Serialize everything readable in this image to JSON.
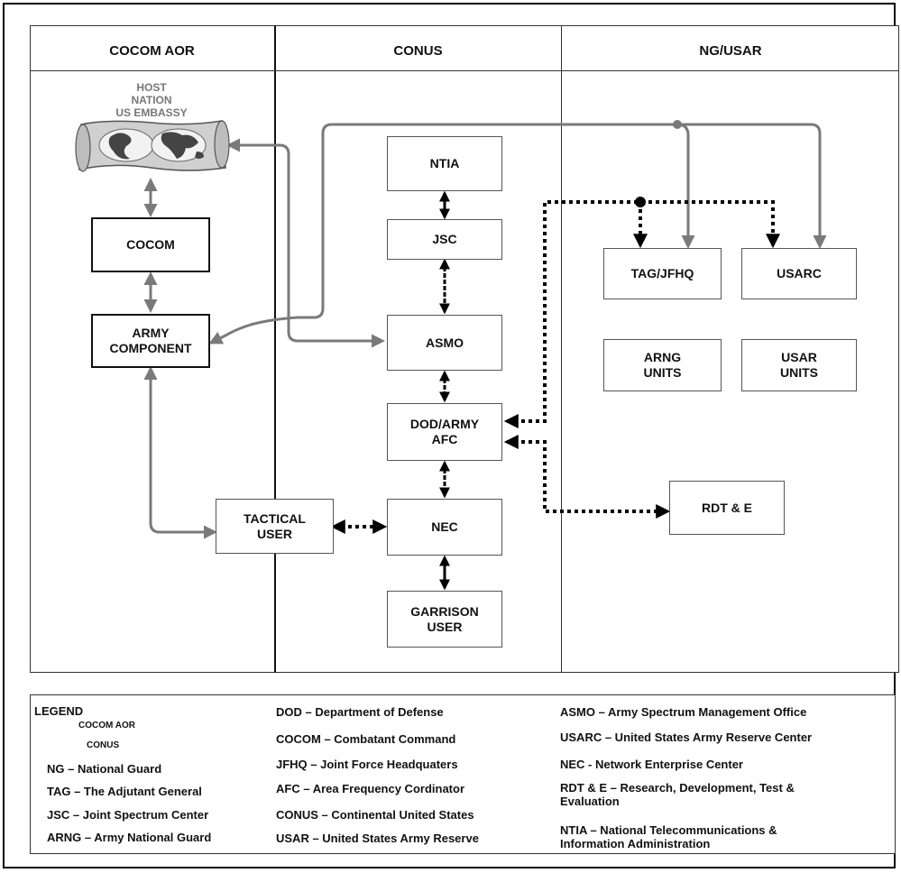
{
  "columns": [
    {
      "key": "cocom_aor",
      "label": "COCOM AOR"
    },
    {
      "key": "conus",
      "label": "CONUS"
    },
    {
      "key": "ng_usar",
      "label": "NG/USAR"
    }
  ],
  "host_nation": {
    "label": "HOST\nNATION\nUS EMBASSY"
  },
  "boxes": {
    "cocom": "COCOM",
    "army_component": "ARMY\nCOMPONENT",
    "tactical_user": "TACTICAL\nUSER",
    "ntia": "NTIA",
    "jsc": "JSC",
    "asmo": "ASMO",
    "dod_army_afc": "DOD/ARMY\nAFC",
    "nec": "NEC",
    "garrison_user": "GARRISON\nUSER",
    "tag_jfhq": "TAG/JFHQ",
    "usarc": "USARC",
    "arng_units": "ARNG\nUNITS",
    "usar_units": "USAR\nUNITS",
    "rdt_e": "RDT & E"
  },
  "legend": {
    "title": "LEGEND",
    "cocom_aor_key": "COCOM AOR",
    "conus_key": "CONUS",
    "col1": [
      "NG – National Guard",
      "TAG – The Adjutant General",
      "JSC – Joint Spectrum Center",
      "ARNG – Army National Guard"
    ],
    "col2": [
      "DOD – Department of Defense",
      "COCOM – Combatant Command",
      "JFHQ – Joint Force Headquaters",
      "AFC – Area Frequency Cordinator",
      "CONUS – Continental United States",
      "USAR – United States Army Reserve"
    ],
    "col3": [
      "ASMO – Army Spectrum Management Office",
      "USARC – United States Army Reserve Center",
      "NEC - Network Enterprise Center",
      "RDT & E – Research, Development, Test &\n          Evaluation",
      "NTIA – National Telecommunications &\n          Information Administration"
    ]
  },
  "colors": {
    "cocom_line": "#7a7a7a",
    "conus_line": "#000000",
    "box_border": "#555555"
  }
}
